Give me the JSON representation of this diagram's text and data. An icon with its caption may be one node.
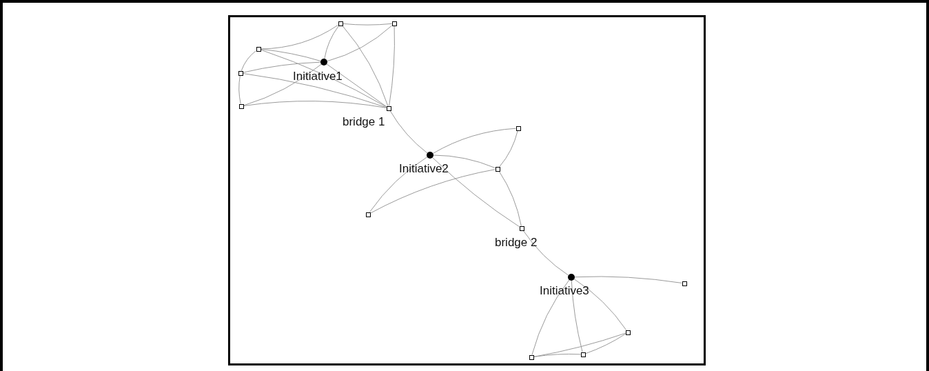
{
  "diagram": {
    "nodes": [
      {
        "text": [
          "Initiative1"
        ]
      },
      {
        "text": [],
        "shape": "box"
      },
      {
        "text": [],
        "shape": "box"
      },
      {
        "text": [],
        "shape": "box"
      },
      {
        "text": [],
        "shape": "box"
      },
      {
        "text": [],
        "shape": "box"
      },
      {
        "text": [
          "bridge 1"
        ]
      },
      {
        "text": [
          "Initiative2"
        ]
      },
      {
        "text": [],
        "shape": "box"
      },
      {
        "text": [],
        "shape": "box"
      },
      {
        "text": [],
        "shape": "box"
      },
      {
        "text": [
          "bridge 2"
        ]
      },
      {
        "text": [
          "Initiative3"
        ]
      },
      {
        "text": [],
        "shape": "box"
      },
      {
        "text": [],
        "shape": "box"
      },
      {
        "text": [],
        "shape": "box"
      },
      {
        "text": [],
        "shape": "box"
      }
    ],
    "edges": [
      {
        "from": 3,
        "to": 1,
        "arrow": "none"
      },
      {
        "from": 1,
        "to": 2,
        "arrow": "none"
      },
      {
        "from": 1,
        "to": 0,
        "arrow": "none"
      },
      {
        "from": 2,
        "to": 0,
        "arrow": "none"
      },
      {
        "from": 1,
        "to": 6,
        "arrow": "none"
      },
      {
        "from": 2,
        "to": 6,
        "arrow": "none"
      },
      {
        "from": 3,
        "to": 4,
        "arrow": "none"
      },
      {
        "from": 4,
        "to": 5,
        "arrow": "none"
      },
      {
        "from": 3,
        "to": 0,
        "arrow": "none"
      },
      {
        "from": 3,
        "to": 6,
        "arrow": "none"
      },
      {
        "from": 4,
        "to": 0,
        "arrow": "none"
      },
      {
        "from": 4,
        "to": 6,
        "arrow": "none"
      },
      {
        "from": 5,
        "to": 0,
        "arrow": "none"
      },
      {
        "from": 5,
        "to": 6,
        "arrow": "none"
      },
      {
        "from": 0,
        "to": 6,
        "arrow": "none"
      },
      {
        "from": 6,
        "to": 7,
        "arrow": "none"
      },
      {
        "from": 7,
        "to": 8,
        "arrow": "none"
      },
      {
        "from": 7,
        "to": 9,
        "arrow": "none"
      },
      {
        "from": 7,
        "to": 10,
        "arrow": "none"
      },
      {
        "from": 7,
        "to": 11,
        "arrow": "none"
      },
      {
        "from": 8,
        "to": 9,
        "arrow": "none"
      },
      {
        "from": 9,
        "to": 10,
        "arrow": "none"
      },
      {
        "from": 9,
        "to": 11,
        "arrow": "none"
      },
      {
        "from": 11,
        "to": 12,
        "arrow": "none"
      },
      {
        "from": 12,
        "to": 13,
        "arrow": "none"
      },
      {
        "from": 12,
        "to": 15,
        "arrow": "none"
      },
      {
        "from": 12,
        "to": 16,
        "arrow": "none"
      },
      {
        "from": 12,
        "to": 14,
        "arrow": "none"
      },
      {
        "from": 15,
        "to": 16,
        "arrow": "none"
      },
      {
        "from": 16,
        "to": 14,
        "arrow": "none"
      },
      {
        "from": 15,
        "to": 14,
        "arrow": "none"
      }
    ]
  }
}
